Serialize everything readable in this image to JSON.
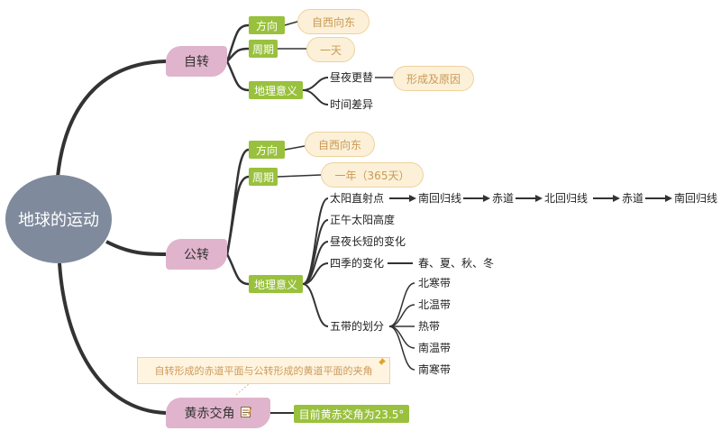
{
  "root": "地球的运动",
  "rotation": {
    "label": "自转",
    "direction_label": "方向",
    "direction_value": "自西向东",
    "period_label": "周期",
    "period_value": "一天",
    "meaning_label": "地理意义",
    "meanings": [
      "昼夜更替",
      "时间差异"
    ],
    "meaning_note": "形成及原因"
  },
  "revolution": {
    "label": "公转",
    "direction_label": "方向",
    "direction_value": "自西向东",
    "period_label": "周期",
    "period_value": "一年（365天）",
    "meaning_label": "地理意义",
    "subsolar_label": "太阳直射点",
    "subsolar_chain": [
      "南回归线",
      "赤道",
      "北回归线",
      "赤道",
      "南回归线"
    ],
    "noon_altitude": "正午太阳高度",
    "day_length": "昼夜长短的变化",
    "seasons_label": "四季的变化",
    "seasons": "春、夏、秋、冬",
    "zones_label": "五带的划分",
    "zones": [
      "北寒带",
      "北温带",
      "热带",
      "南温带",
      "南寒带"
    ]
  },
  "obliquity": {
    "label": "黄赤交角",
    "callout": "自转形成的赤道平面与公转形成的黄道平面的夹角",
    "value": "目前黄赤交角为23.5°",
    "dots": "•••"
  },
  "colors": {
    "root": "#7f8a9c",
    "main_branch": "#e0b4cc",
    "sub_topic": "#99c13d",
    "note_fill": "#fcf0d8",
    "line": "#333333"
  }
}
